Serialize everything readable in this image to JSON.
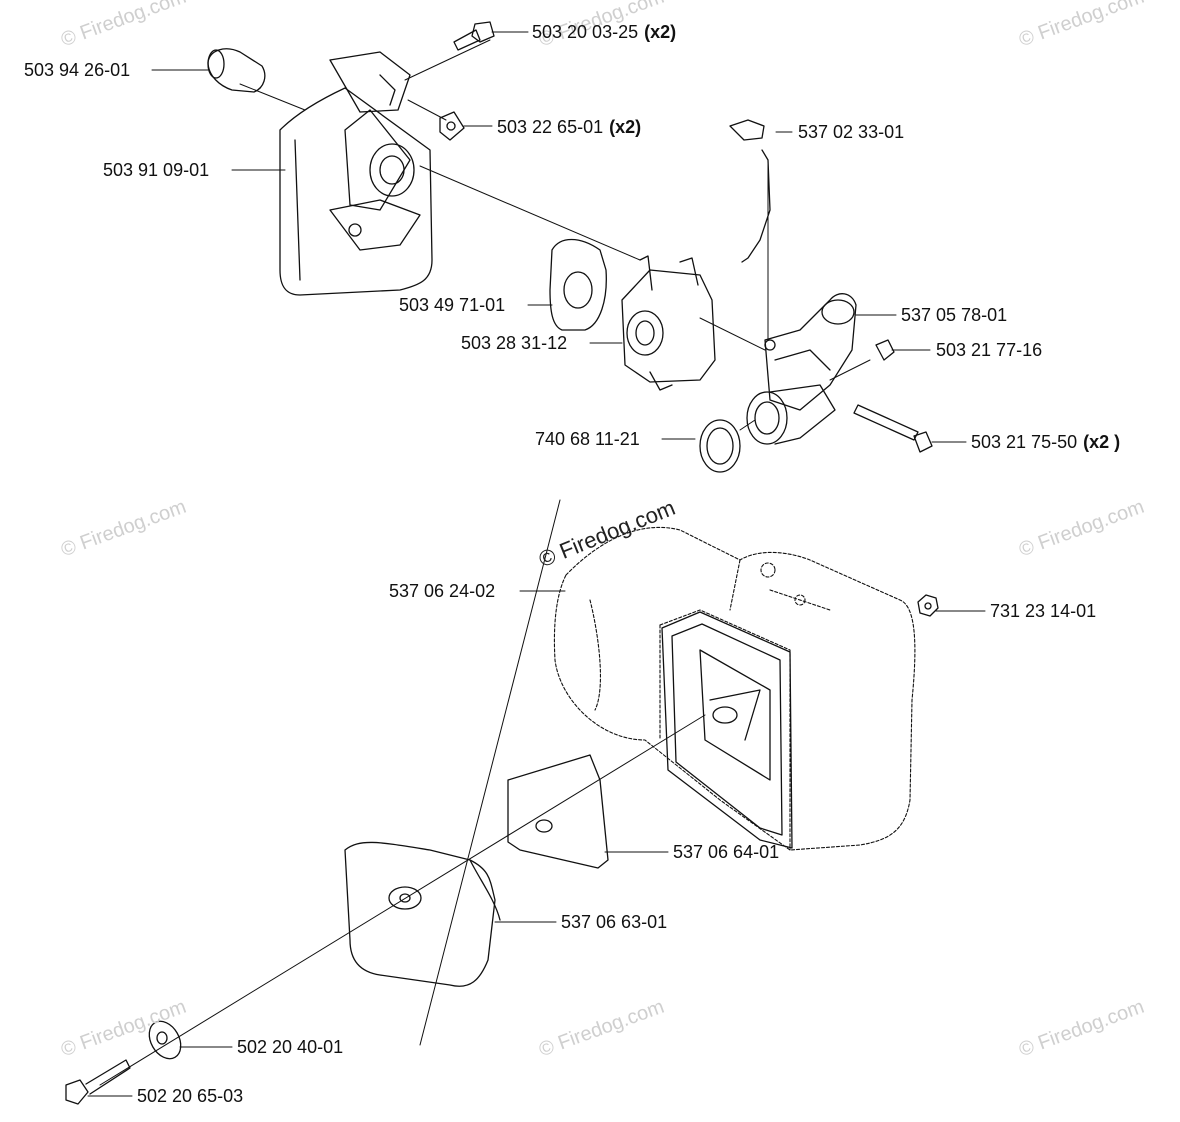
{
  "watermark": {
    "text": "© Firedog.com",
    "main_text": "© Firedog.com"
  },
  "callouts": [
    {
      "part": "503 20 03-25",
      "qty": "(x2)"
    },
    {
      "part": "503 94 26-01",
      "qty": ""
    },
    {
      "part": "503 22 65-01",
      "qty": "(x2)"
    },
    {
      "part": "537 02 33-01",
      "qty": ""
    },
    {
      "part": "503 91 09-01",
      "qty": ""
    },
    {
      "part": "537 05 78-01",
      "qty": ""
    },
    {
      "part": "503 49 71-01",
      "qty": ""
    },
    {
      "part": "503 21 77-16",
      "qty": ""
    },
    {
      "part": "503 28 31-12",
      "qty": ""
    },
    {
      "part": "740 68 11-21",
      "qty": ""
    },
    {
      "part": "503 21 75-50",
      "qty": "(x2 )"
    },
    {
      "part": "537 06 24-02",
      "qty": ""
    },
    {
      "part": "731 23 14-01",
      "qty": ""
    },
    {
      "part": "537 06 64-01",
      "qty": ""
    },
    {
      "part": "537 06 63-01",
      "qty": ""
    },
    {
      "part": "502 20 40-01",
      "qty": ""
    },
    {
      "part": "502 20 65-03",
      "qty": ""
    }
  ]
}
